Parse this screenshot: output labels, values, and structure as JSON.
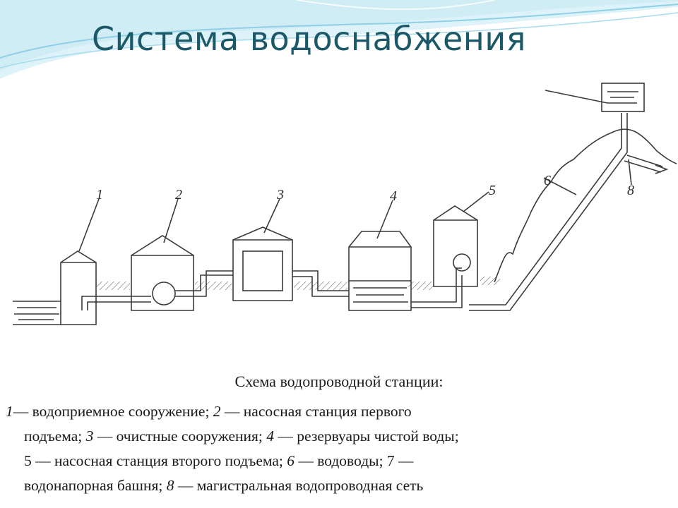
{
  "slide": {
    "title": "Система водоснабжения"
  },
  "diagram": {
    "labels": {
      "l1": "1",
      "l2": "2",
      "l3": "3",
      "l4": "4",
      "l5": "5",
      "l6": "6",
      "l8": "8"
    }
  },
  "caption": {
    "title": "Схема водопроводной станции:",
    "lines": [
      [
        {
          "t": "1",
          "i": true
        },
        {
          "t": "— водоприемное сооружение; "
        },
        {
          "t": "2",
          "i": true
        },
        {
          "t": " — насосная станция первого"
        }
      ],
      [
        {
          "t": "подъема; "
        },
        {
          "t": "3",
          "i": true
        },
        {
          "t": " — очистные сооружения; "
        },
        {
          "t": "4",
          "i": true
        },
        {
          "t": " — резервуары чистой воды;"
        }
      ],
      [
        {
          "t": "5 — насосная станция второго подъема; "
        },
        {
          "t": "6",
          "i": true
        },
        {
          "t": " — водоводы; 7 —"
        }
      ],
      [
        {
          "t": "водонапорная башня; "
        },
        {
          "t": "8",
          "i": true
        },
        {
          "t": " — магистральная водопроводная сеть"
        }
      ]
    ]
  },
  "colors": {
    "title": "#1c5968",
    "wave": "#8fd0e6",
    "ink": "#3a3a3a"
  }
}
